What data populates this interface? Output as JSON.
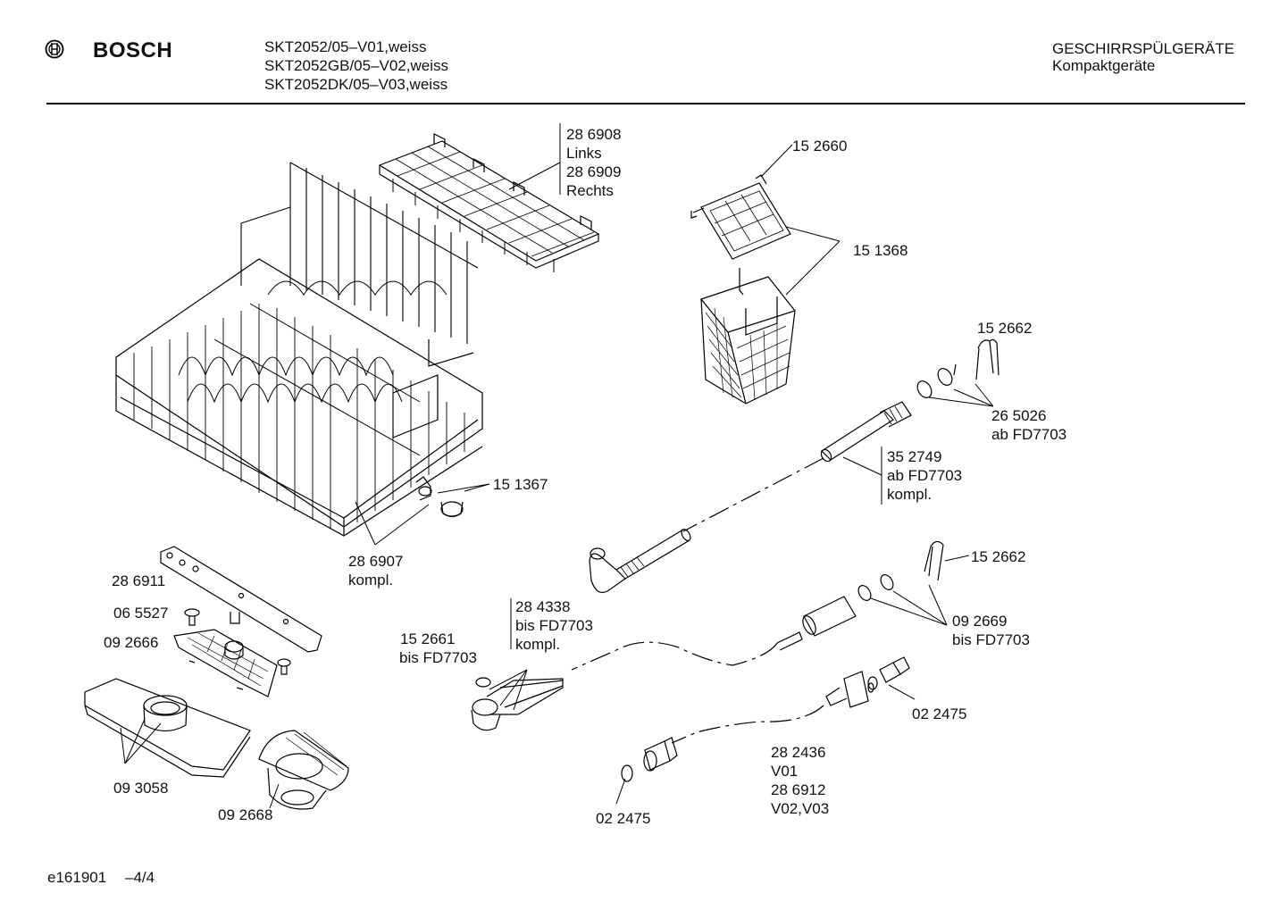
{
  "header": {
    "brand": "BOSCH",
    "models": [
      "SKT2052/05–V01,weiss",
      "SKT2052GB/05–V02,weiss",
      "SKT2052DK/05–V03,weiss"
    ],
    "category": "GESCHIRRSPÜLGERÄTE",
    "subcategory": "Kompaktgeräte"
  },
  "labels": {
    "l286908": "28 6908",
    "links": "Links",
    "l286909": "28 6909",
    "rechts": "Rechts",
    "l152660": "15 2660",
    "l151368": "15 1368",
    "l152662a": "15 2662",
    "l265026": "26 5026",
    "ab_fd7703_a": "ab FD7703",
    "l352749": "35 2749",
    "ab_fd7703_b": "ab FD7703",
    "kompl_a": "kompl.",
    "l151367": "15 1367",
    "l286907": "28 6907",
    "kompl_b": "kompl.",
    "l286911": "28 6911",
    "l065527": "06 5527",
    "l092666": "09 2666",
    "l152662b": "15 2662",
    "l284338": "28 4338",
    "bis_fd7703_a": "bis FD7703",
    "kompl_c": "kompl.",
    "l152661": "15 2661",
    "bis_fd7703_b": "bis FD7703",
    "l092669": "09 2669",
    "bis_fd7703_c": "bis FD7703",
    "l022475a": "02 2475",
    "l093058": "09 3058",
    "l282436": "28 2436",
    "v01": "V01",
    "l286912": "28 6912",
    "v0203": "V02,V03",
    "l092668": "09 2668",
    "l022475b": "02 2475"
  },
  "footer": {
    "doc_id": "e161901",
    "page": "–4/4"
  }
}
